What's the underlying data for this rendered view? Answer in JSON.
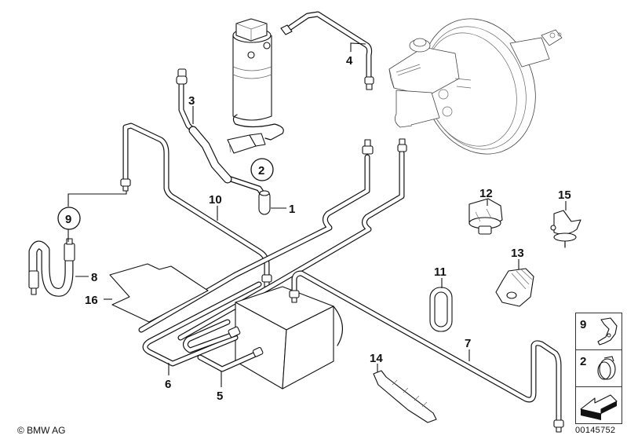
{
  "diagram": {
    "title": "Brake pipe / ABS hydraulic unit parts diagram",
    "callouts": [
      {
        "id": "1",
        "label": "1",
        "part": "hose-end-cap",
        "circled": false
      },
      {
        "id": "2",
        "label": "2",
        "part": "hose-clamp",
        "circled": true
      },
      {
        "id": "3",
        "label": "3",
        "part": "vacuum-hose",
        "circled": false
      },
      {
        "id": "4",
        "label": "4",
        "part": "brake-pipe-upper",
        "circled": false
      },
      {
        "id": "5",
        "label": "5",
        "part": "brake-pipe-hydro-unit-a",
        "circled": false
      },
      {
        "id": "6",
        "label": "6",
        "part": "brake-pipe-hydro-unit-b",
        "circled": false
      },
      {
        "id": "7",
        "label": "7",
        "part": "brake-pipe-rear",
        "circled": false
      },
      {
        "id": "8",
        "label": "8",
        "part": "brake-hose",
        "circled": false
      },
      {
        "id": "9",
        "label": "9",
        "part": "bracket",
        "circled": true
      },
      {
        "id": "10",
        "label": "10",
        "part": "brake-pipe-front",
        "circled": false
      },
      {
        "id": "11",
        "label": "11",
        "part": "grommet",
        "circled": false
      },
      {
        "id": "12",
        "label": "12",
        "part": "pipe-clip-double",
        "circled": false
      },
      {
        "id": "13",
        "label": "13",
        "part": "pipe-holder",
        "circled": false
      },
      {
        "id": "14",
        "label": "14",
        "part": "pipe-clip-strip",
        "circled": false
      },
      {
        "id": "15",
        "label": "15",
        "part": "pipe-clip-single",
        "circled": false
      },
      {
        "id": "16",
        "label": "16",
        "part": "heat-shield-pad",
        "circled": false
      }
    ]
  },
  "legend": {
    "items": [
      {
        "label": "9",
        "icon": "bracket-icon"
      },
      {
        "label": "2",
        "icon": "hose-clamp-icon"
      },
      {
        "label": "",
        "icon": "direction-arrow-icon"
      }
    ]
  },
  "footer": {
    "copyright": "© BMW AG",
    "document_number": "00145752"
  }
}
